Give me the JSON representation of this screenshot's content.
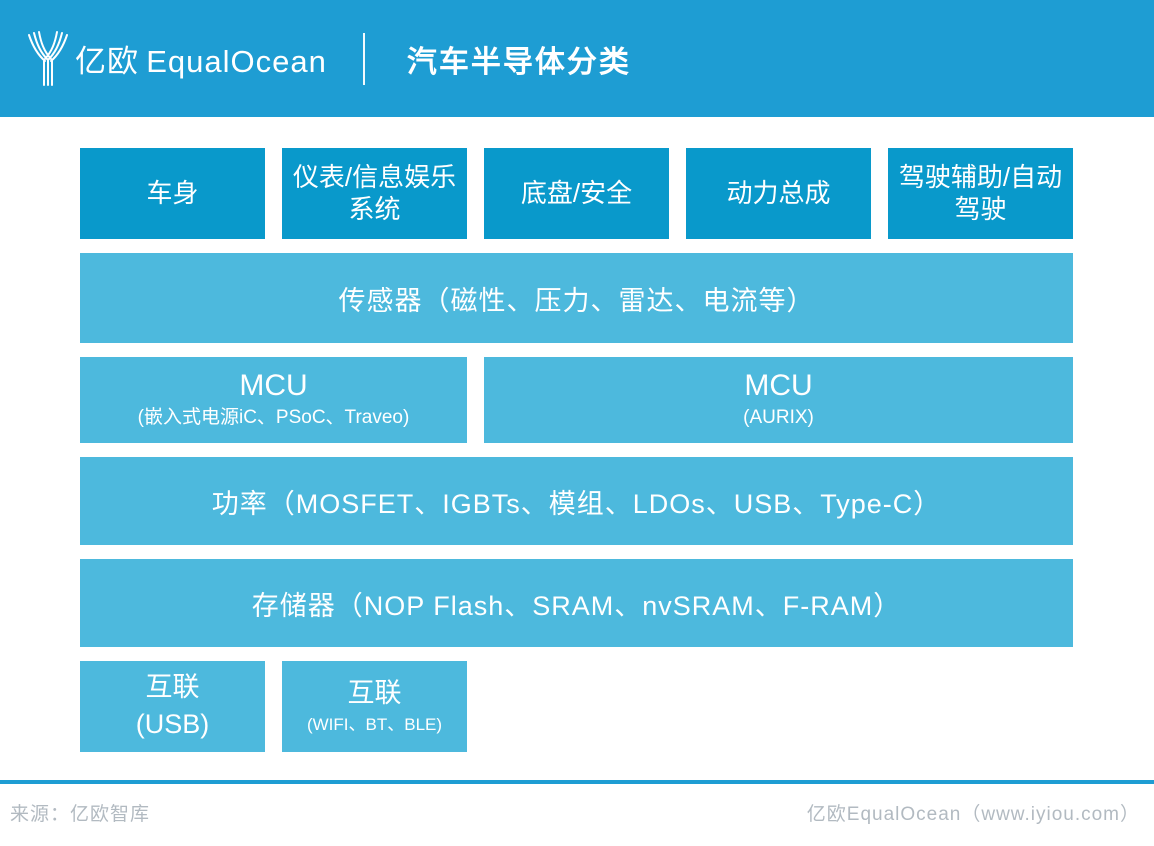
{
  "header": {
    "logo_zh": "亿欧",
    "logo_en": "EqualOcean",
    "title": "汽车半导体分类"
  },
  "diagram": {
    "top_row": [
      "车身",
      "仪表/信息娱乐系统",
      "底盘/安全",
      "动力总成",
      "驾驶辅助/自动驾驶"
    ],
    "sensor": "传感器（磁性、压力、雷达、电流等）",
    "mcu_left": {
      "title": "MCU",
      "subtitle": "(嵌入式电源iC、PSoC、Traveo)"
    },
    "mcu_right": {
      "title": "MCU",
      "subtitle": "(AURIX)"
    },
    "power": "功率（MOSFET、IGBTs、模组、LDOs、USB、Type-C）",
    "memory": "存储器（NOP Flash、SRAM、nvSRAM、F-RAM）",
    "connect_left": {
      "title": "互联",
      "subtitle": "(USB)"
    },
    "connect_right": {
      "title": "互联",
      "subtitle": "(WIFI、BT、BLE)"
    }
  },
  "footer": {
    "source": "来源：亿欧智库",
    "brand": "亿欧EqualOcean（www.iyiou.com）"
  },
  "colors": {
    "accent": "#1e9dd3",
    "box_dark": "#0999cb",
    "box_light": "#4db9dd",
    "footer_text": "#b2bac1"
  }
}
